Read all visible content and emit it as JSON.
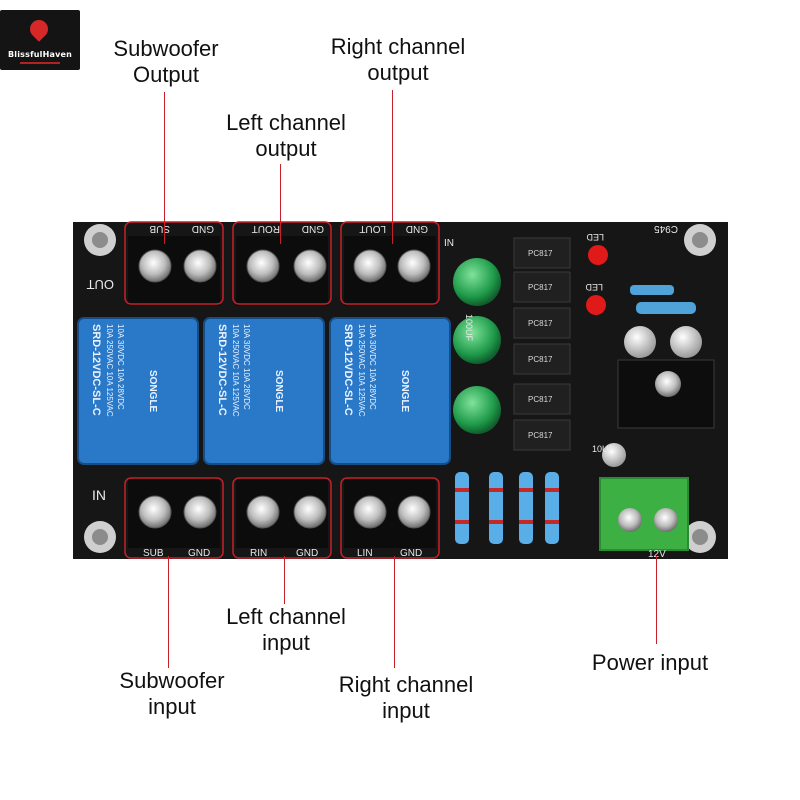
{
  "watermark": {
    "brand": "BlissfulHaven"
  },
  "callouts": {
    "subwoofer_output": "Subwoofer\nOutput",
    "right_channel_output": "Right channel\noutput",
    "left_channel_output": "Left channel\noutput",
    "left_channel_input": "Left channel\ninput",
    "subwoofer_input": "Subwoofer\ninput",
    "right_channel_input": "Right channel\ninput",
    "power_input": "Power input"
  },
  "board": {
    "silkscreen": {
      "out_top": [
        "SUB",
        "GND",
        "ROUT",
        "GND",
        "LOUT",
        "GND"
      ],
      "in_bottom": [
        "SUB",
        "GND",
        "RIN",
        "GND",
        "LIN",
        "GND"
      ],
      "out_side": "OUT",
      "in_side": "IN",
      "in_mark": "IN",
      "led1": "LED",
      "led2": "LED",
      "cap_label": "100UF",
      "cap_label_small": "10UF",
      "transistor": "C945",
      "power": "12V"
    },
    "relays": [
      {
        "brand": "SONGLE",
        "model": "SRD-12VDC-SL-C",
        "spec1": "10A 250VAC  10A 125VAC",
        "spec2": "10A 30VDC  10A 28VDC"
      },
      {
        "brand": "SONGLE",
        "model": "SRD-12VDC-SL-C",
        "spec1": "10A 250VAC  10A 125VAC",
        "spec2": "10A 30VDC  10A 28VDC"
      },
      {
        "brand": "SONGLE",
        "model": "SRD-12VDC-SL-C",
        "spec1": "10A 250VAC  10A 125VAC",
        "spec2": "10A 30VDC  10A 28VDC"
      }
    ],
    "optocouplers": [
      "PC817",
      "PC817",
      "PC817",
      "PC817",
      "PC817",
      "PC817"
    ],
    "colors": {
      "pcb": "#161616",
      "relay": "#2a78c8",
      "terminal_green": "#3cb043",
      "callout_line": "#c8202a"
    }
  }
}
